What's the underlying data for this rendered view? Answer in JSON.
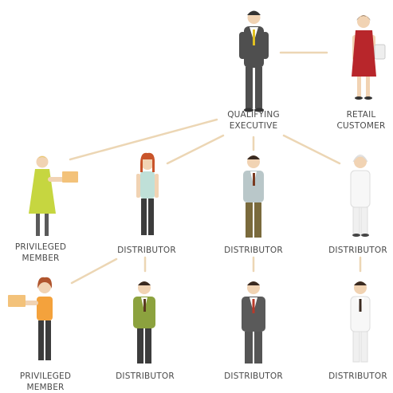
{
  "nodes": {
    "qualifying_executive": {
      "line1": "QUALIFYING",
      "line2": "EXECUTIVE"
    },
    "retail_customer": {
      "line1": "RETAIL",
      "line2": "CUSTOMER"
    },
    "privileged_member_1": {
      "line1": "PRIVILEGED",
      "line2": "MEMBER"
    },
    "distributor_1": {
      "line1": "DISTRIBUTOR"
    },
    "distributor_2": {
      "line1": "DISTRIBUTOR"
    },
    "distributor_3": {
      "line1": "DISTRIBUTOR"
    },
    "privileged_member_2": {
      "line1": "PRIVILEGED",
      "line2": "MEMBER"
    },
    "distributor_4": {
      "line1": "DISTRIBUTOR"
    },
    "distributor_5": {
      "line1": "DISTRIBUTOR"
    },
    "distributor_6": {
      "line1": "DISTRIBUTOR"
    }
  },
  "colors": {
    "connector": "#ecd6b4",
    "label_text": "#4a4a4a",
    "skin": "#f1d3b3",
    "dark_suit": "#4f4f4f",
    "red_dress": "#b8262b",
    "yellow_green": "#c6d640",
    "teal_top": "#bfe0d8",
    "olive_brown": "#7a6a3c",
    "orange_top": "#f4a23c",
    "green_top": "#8ca23e",
    "package": "#f3c27a",
    "white_coat": "#f7f7f7"
  }
}
